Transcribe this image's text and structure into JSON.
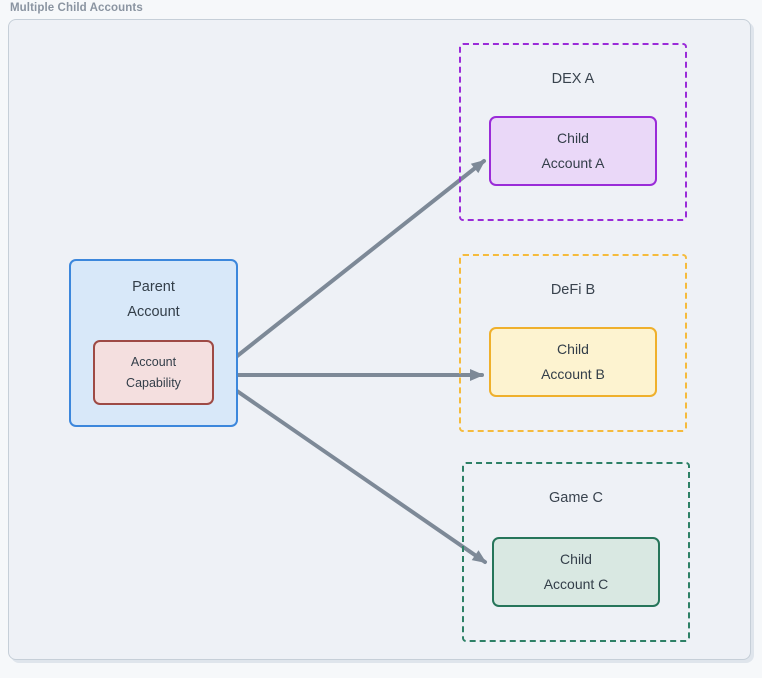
{
  "diagram": {
    "title": "Multiple Child Accounts",
    "parent": {
      "label_line1": "Parent",
      "label_line2": "Account",
      "capability_line1": "Account",
      "capability_line2": "Capability"
    },
    "groups": [
      {
        "name": "DEX A",
        "child_line1": "Child",
        "child_line2": "Account A"
      },
      {
        "name": "DeFi B",
        "child_line1": "Child",
        "child_line2": "Account B"
      },
      {
        "name": "Game C",
        "child_line1": "Child",
        "child_line2": "Account C"
      }
    ],
    "colors": {
      "parent_fill": "#d8e8f9",
      "parent_border": "#3c87dc",
      "capability_fill": "#f4dfdf",
      "capability_border": "#9e4a45",
      "dex_accent": "#9a2bd8",
      "dex_child_fill": "#ead8f8",
      "defi_accent": "#f5bb3d",
      "defi_child_fill": "#fdf3d0",
      "game_accent": "#2d8066",
      "game_child_fill": "#d9e8e2",
      "arrow": "#7d8997",
      "canvas_fill": "#eef1f6",
      "text": "#333e49",
      "title_text": "#8a94a1"
    }
  }
}
